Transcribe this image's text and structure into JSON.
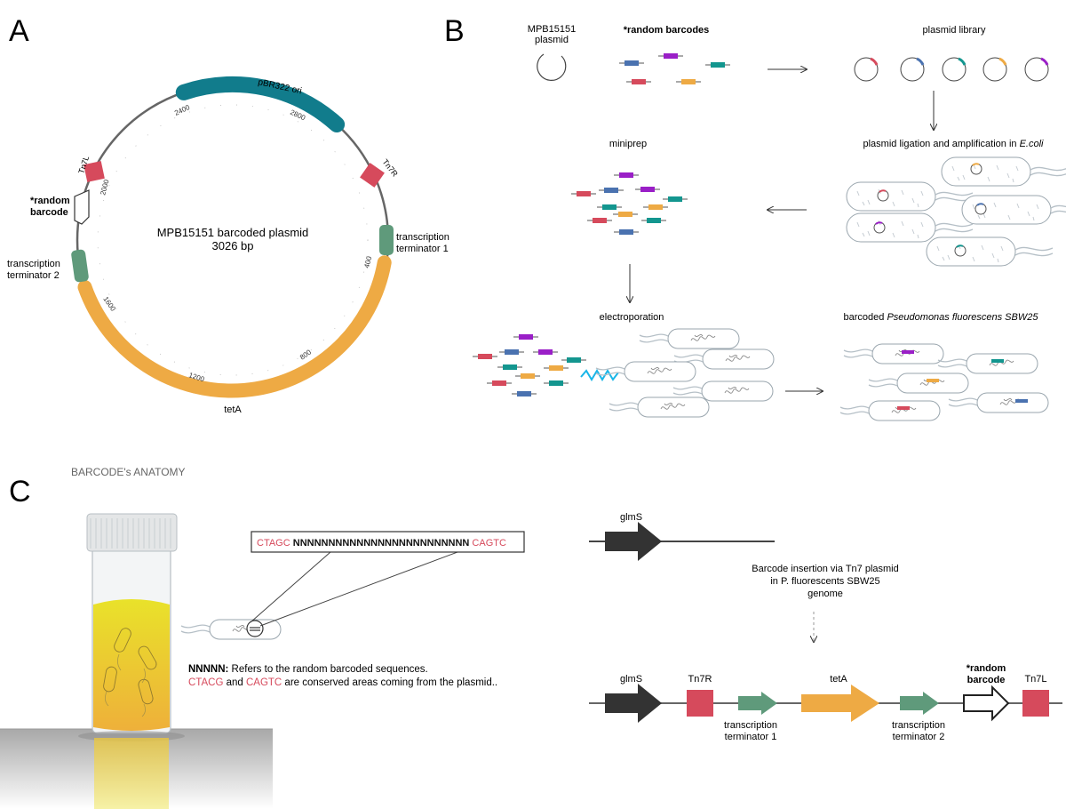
{
  "panels": {
    "a": "A",
    "b": "B",
    "c": "C"
  },
  "colors": {
    "teal": "#117c8c",
    "orange": "#eeaa44",
    "red": "#d64a5c",
    "green": "#5f9a7b",
    "purple": "#9a1fc7",
    "blue": "#4a72b0",
    "tealbar": "#13968f",
    "dark": "#333333",
    "gray": "#666666",
    "yellow": "#e8dc2a"
  },
  "plasmid": {
    "title": "MPB15151 barcoded plasmid",
    "size": "3026 bp",
    "ticks": [
      "400",
      "800",
      "1200",
      "1600",
      "2000",
      "2400",
      "2800"
    ],
    "features": {
      "ori": "pBR322 ori",
      "tn7r": "Tn7R",
      "tn7l": "Tn7L",
      "tt1_line1": "transcription",
      "tt1_line2": "terminator 1",
      "tt2_line1": "transcription",
      "tt2_line2": "terminator 2",
      "tet": "tetA",
      "barcode_line1": "*random",
      "barcode_line2": "barcode"
    }
  },
  "workflow": {
    "plasmid_label_line1": "MPB15151",
    "plasmid_label_line2": "plasmid",
    "random_barcodes": "*random barcodes",
    "plasmid_library": "plasmid library",
    "ligation_text": "plasmid ligation and amplification in ",
    "ligation_italic": "E.coli",
    "miniprep": "miniprep",
    "electroporation": "electroporation",
    "barcoded_text": "barcoded ",
    "barcoded_italic": "Pseudomonas fluorescens SBW25"
  },
  "anatomy": {
    "title": "BARCODE's ANATOMY",
    "seq_left": "CTAGC",
    "seq_mid": "NNNNNNNNNNNNNNNNNNNNNNNNN",
    "seq_right": "CAGTC",
    "note_bold": "NNNNN:",
    "note_rest": " Refers to the random barcoded sequences.",
    "note2_a": "CTACG",
    "note2_and": " and ",
    "note2_b": "CAGTC",
    "note2_rest": " are conserved areas coming from the plasmid.."
  },
  "insertion": {
    "glms_top": "glmS",
    "desc_line1": "Barcode insertion via Tn7 plasmid",
    "desc_line2": "in P. fluorescents SBW25",
    "desc_line3": "genome",
    "glms": "glmS",
    "tn7r": "Tn7R",
    "tt1_line1": "transcription",
    "tt1_line2": "terminator 1",
    "tet": "tetA",
    "tt2_line1": "transcription",
    "tt2_line2": "terminator 2",
    "barcode_line1": "*random",
    "barcode_line2": "barcode",
    "tn7l": "Tn7L"
  }
}
